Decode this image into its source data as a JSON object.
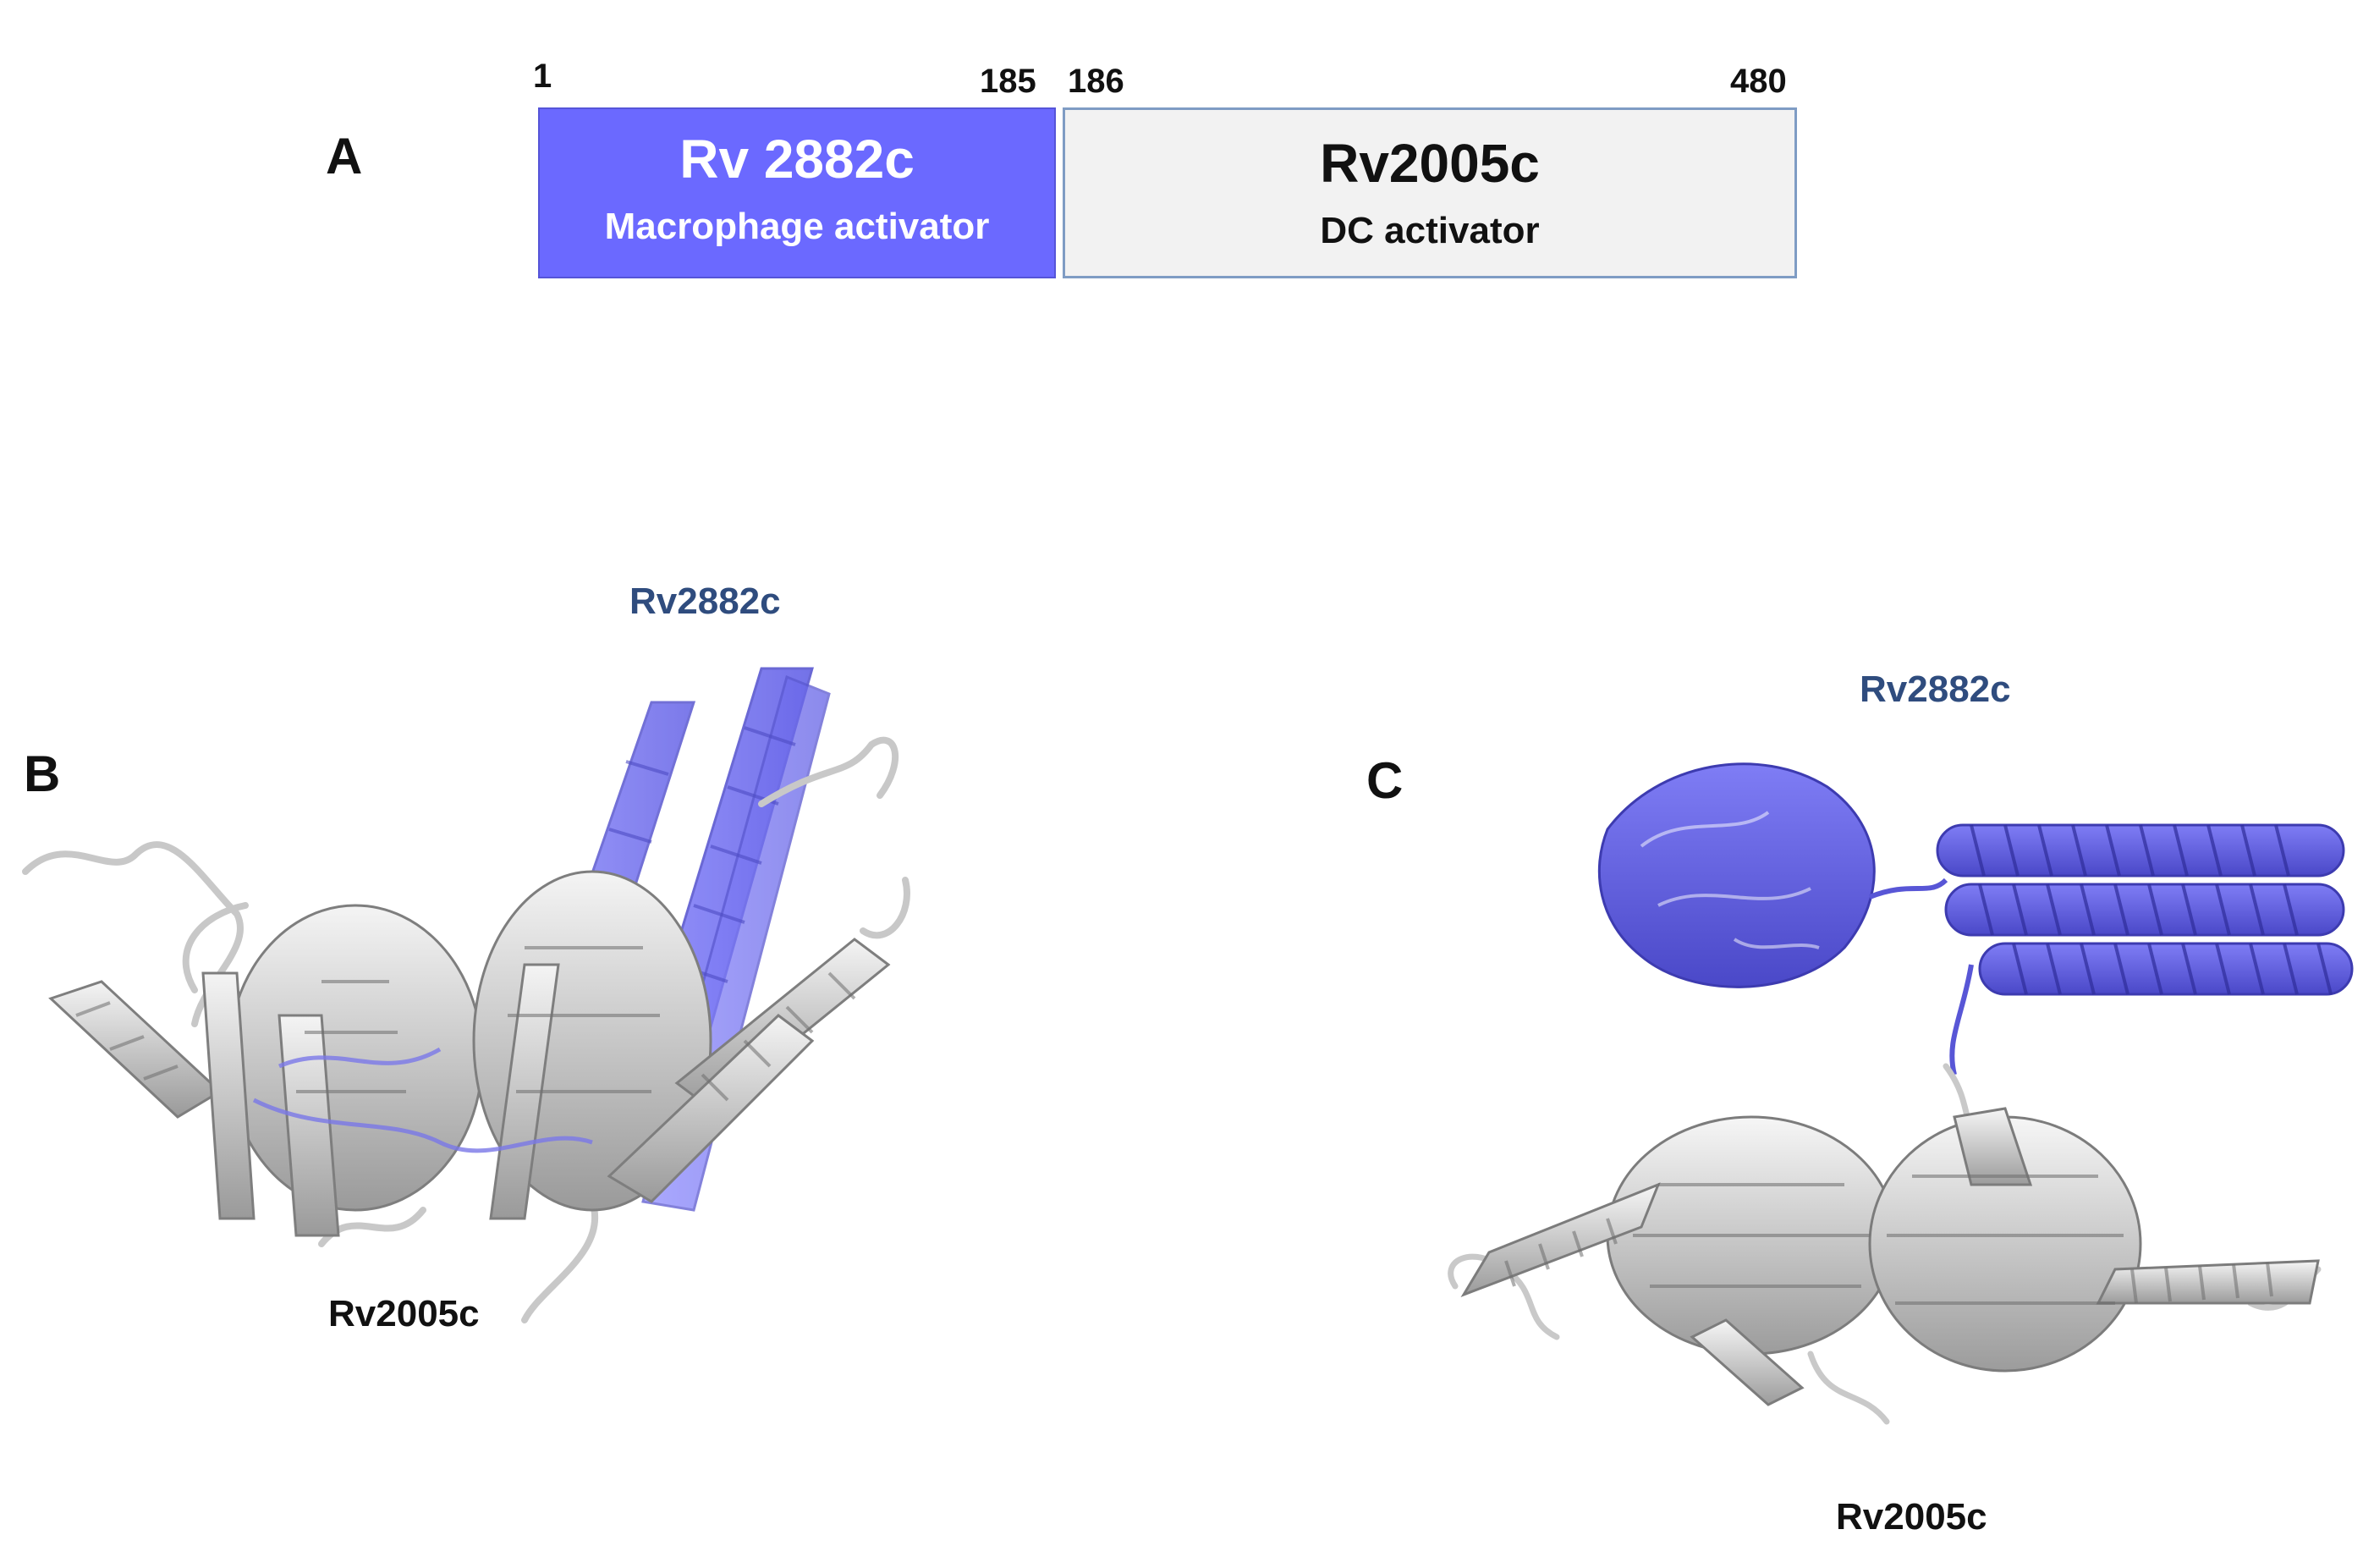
{
  "panel_a": {
    "letter": "A",
    "start_1": "1",
    "end_1": "185",
    "start_2": "186",
    "end_2": "480",
    "domain_1": {
      "title": "Rv 2882c",
      "subtitle": "Macrophage activator",
      "color": "#6b69ff",
      "text_color": "#ffffff"
    },
    "domain_2": {
      "title": "Rv2005c",
      "subtitle": "DC activator",
      "color": "#f2f2f2",
      "text_color": "#111111"
    }
  },
  "panel_b": {
    "letter": "B",
    "label_top": "Rv2882c",
    "label_bottom": "Rv2005c"
  },
  "panel_c": {
    "letter": "C",
    "label_top": "Rv2882c",
    "label_bottom": "Rv2005c"
  },
  "colors": {
    "blue_domain": "#6b69ff",
    "blue_dark": "#4a48c8",
    "grey_domain": "#d9d9d9",
    "label_blue": "#2f4c7e"
  }
}
